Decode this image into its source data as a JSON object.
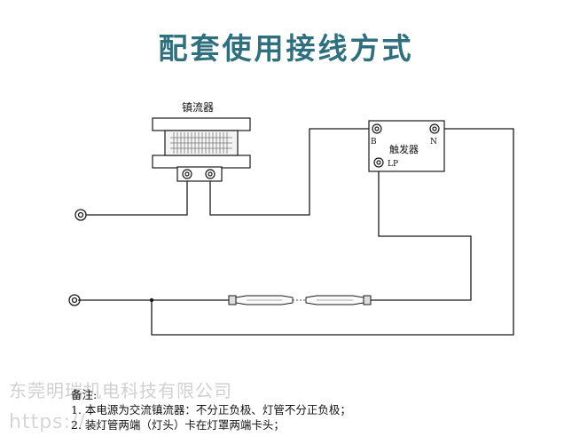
{
  "title": "配套使用接线方式",
  "ballast": {
    "label": "镇流器"
  },
  "trigger": {
    "label": "触发器",
    "terminal_b": "B",
    "terminal_n": "N",
    "terminal_lp": "LP"
  },
  "notes": {
    "heading": "备注:",
    "line1": "1. 本电源为交流镇流器：不分正负极、灯管不分正负极；",
    "line2": "2. 装灯管两端（灯头）卡在灯罩两端卡头；"
  },
  "watermark": {
    "text": "东莞明瑞机电科技有限公司",
    "url": "https://..."
  },
  "colors": {
    "title": "#2f6f7e",
    "wire": "#1a1a1a"
  }
}
